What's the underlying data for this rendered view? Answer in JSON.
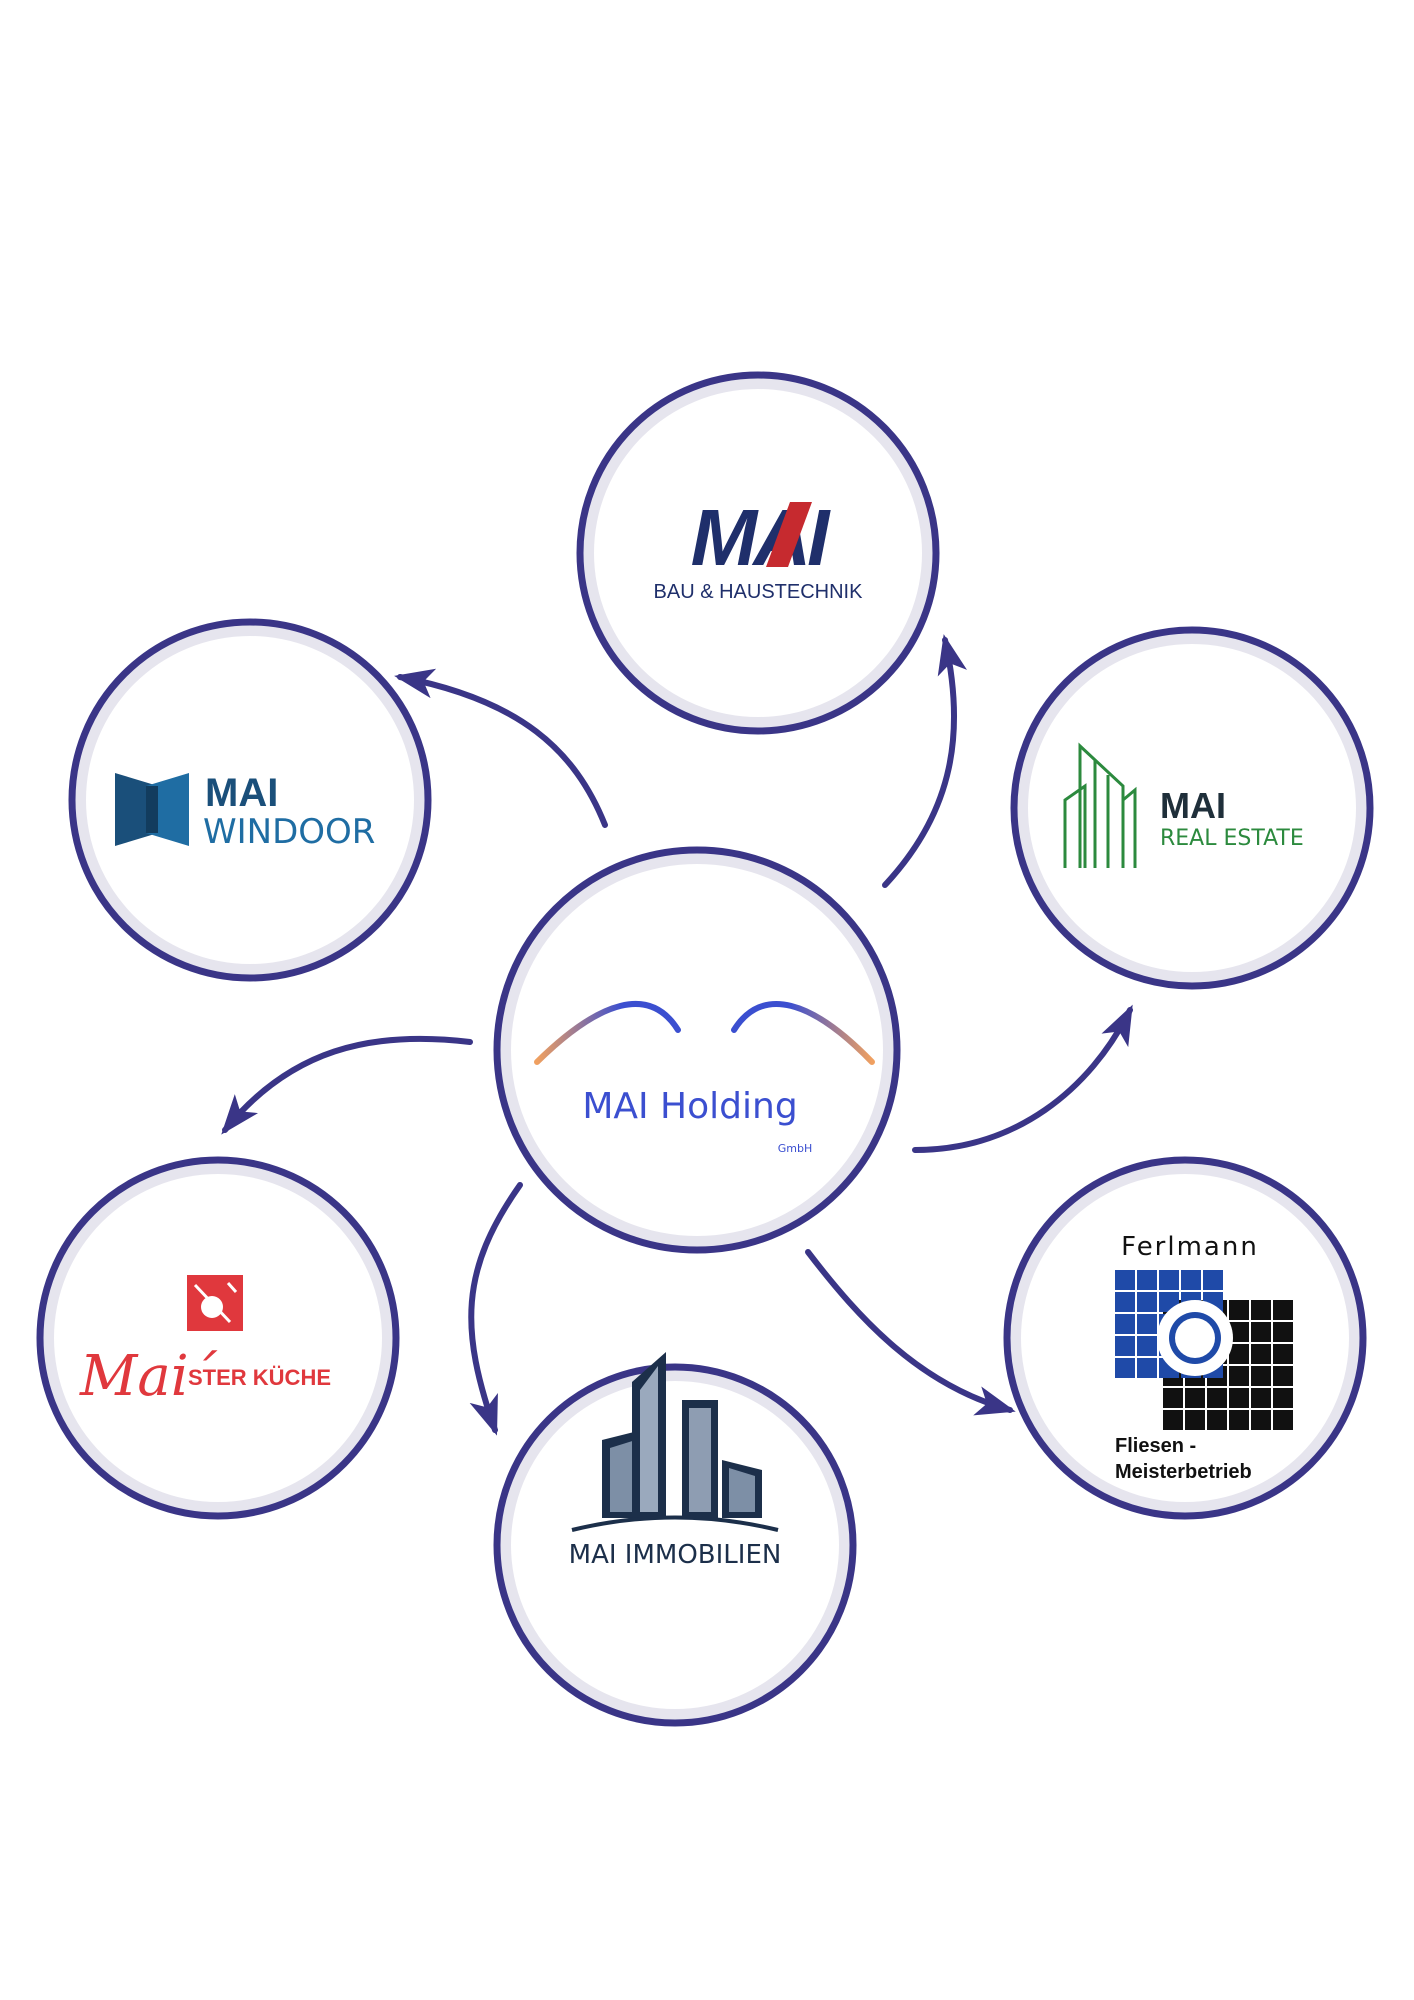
{
  "colors": {
    "ring": "#3a3587",
    "ring_inner": "#e6e5ee",
    "arrow": "#3a3587",
    "holding_text": "#3b4fd0",
    "bau_navy": "#1f2f6b",
    "bau_red": "#c62a2f",
    "windoor_dark": "#1a4f7a",
    "windoor_mid": "#1f6da3",
    "realestate_green": "#2c8a3e",
    "kueche_red": "#e0383d",
    "immobilien_dark": "#1c2f4a",
    "fermann_blue": "#1f4aa8",
    "fermann_black": "#111111"
  },
  "center": {
    "name": "MAI Holding",
    "suffix": "GmbH"
  },
  "companies": {
    "bau": {
      "brand": "MAI",
      "subtitle": "BAU & HAUSTECHNIK"
    },
    "realestate": {
      "brand": "MAI",
      "subtitle": "REAL ESTATE"
    },
    "windoor": {
      "brand": "MAI",
      "subtitle": "WINDOOR"
    },
    "kueche": {
      "script": "Mai´",
      "rest": "STER KÜCHE"
    },
    "immobilien": {
      "name": "MAI IMMOBILIEN"
    },
    "fermann": {
      "name": "Ferlmann",
      "line1": "Fliesen -",
      "line2": "Meisterbetrieb"
    }
  }
}
